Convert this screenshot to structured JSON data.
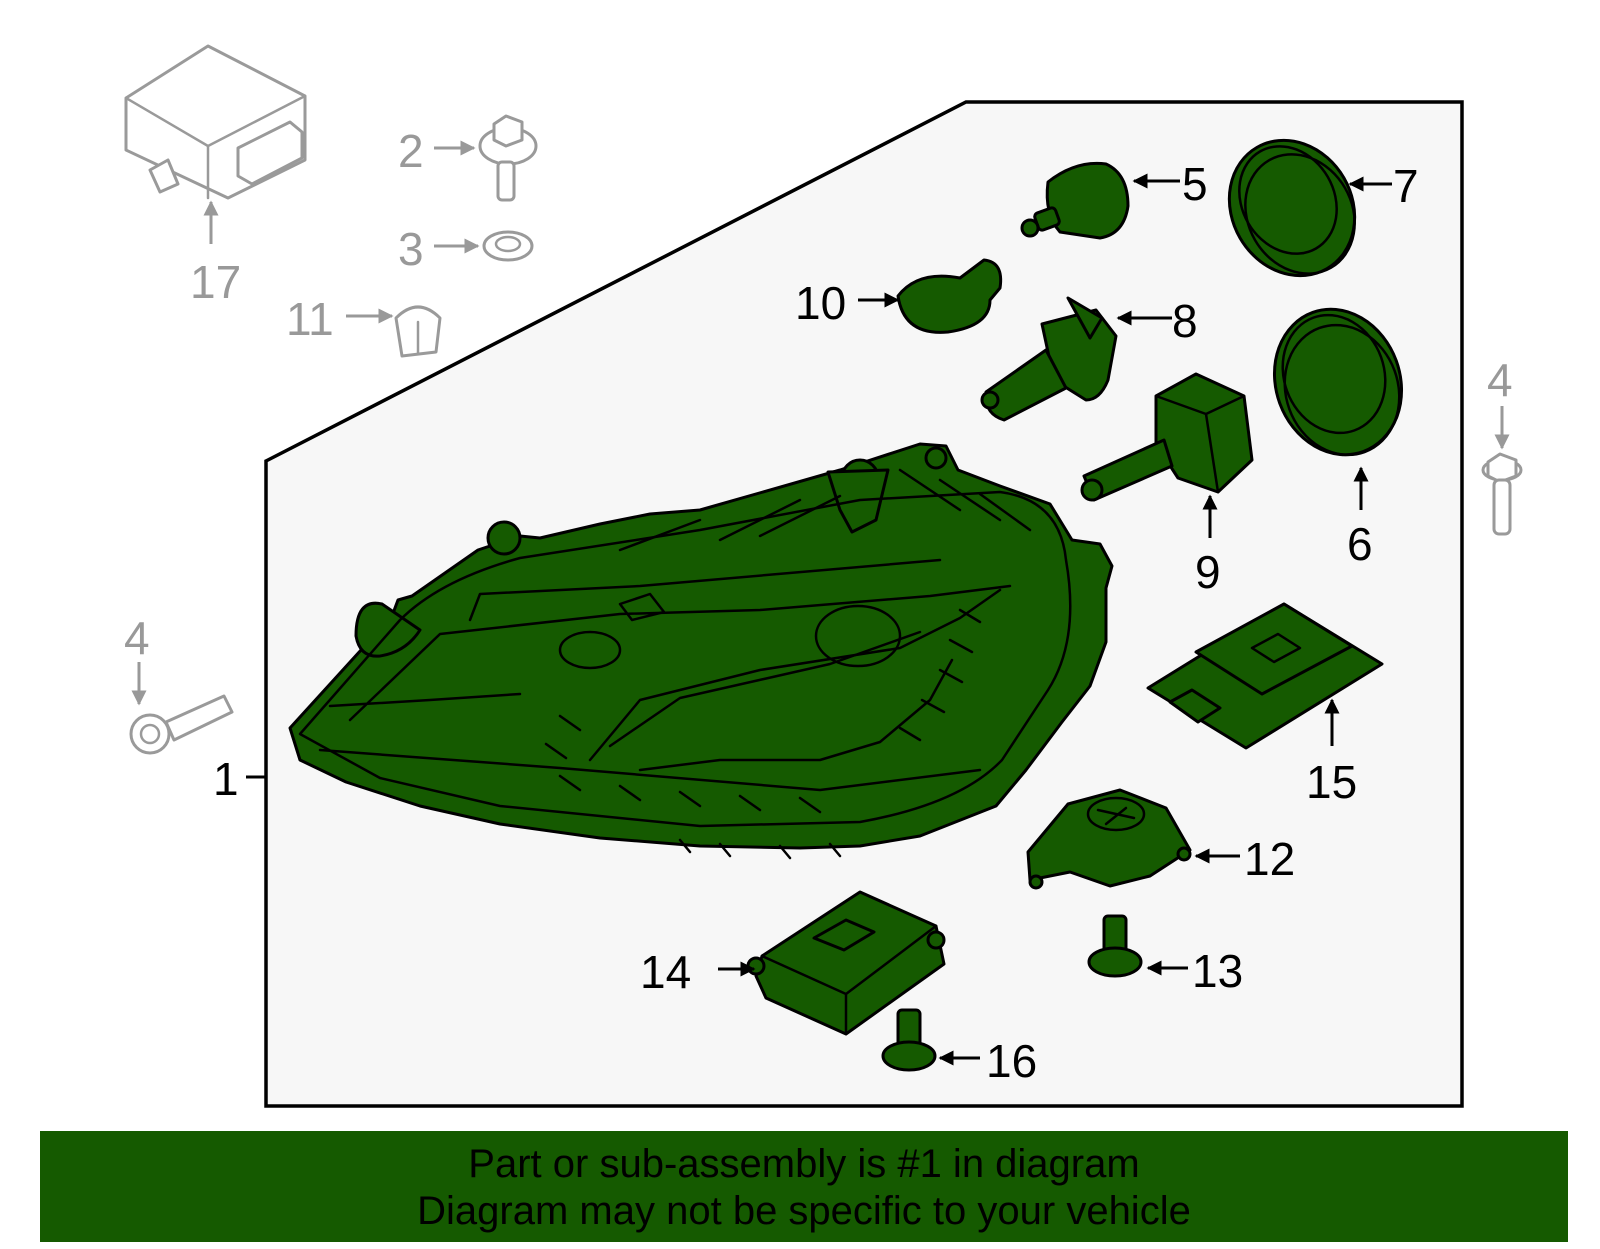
{
  "colors": {
    "part_fill": "#155a00",
    "outline": "#000000",
    "other_parts": "#999999",
    "banner": "#155a00"
  },
  "callouts": {
    "c1": "1",
    "c2": "2",
    "c3": "3",
    "c4a": "4",
    "c4b": "4",
    "c5": "5",
    "c6": "6",
    "c7": "7",
    "c8": "8",
    "c9": "9",
    "c10": "10",
    "c11": "11",
    "c12": "12",
    "c13": "13",
    "c14": "14",
    "c15": "15",
    "c16": "16",
    "c17": "17"
  },
  "footer": {
    "line1": "Part or sub-assembly is #1 in diagram",
    "line2": "Diagram may not be specific to your vehicle"
  }
}
